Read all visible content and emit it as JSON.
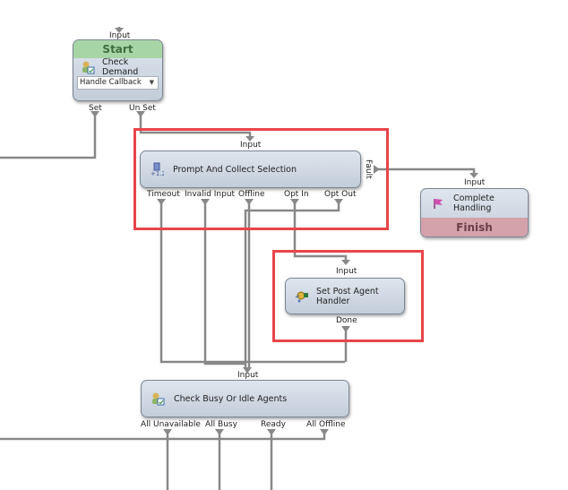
{
  "diagram": {
    "highlight_color": "#e8454a",
    "wire_color": "#888888",
    "nodes": {
      "start": {
        "band_label": "Start",
        "title": "Check Demand",
        "icon": "check-demand-icon",
        "input_label": "Input",
        "dropdown_value": "Handle Callback",
        "outputs": [
          "Set",
          "Un Set"
        ]
      },
      "prompt": {
        "title": "Prompt And Collect Selection",
        "icon": "prompt-collect-icon",
        "input_label": "Input",
        "side_output": "Fault",
        "outputs": [
          "Timeout",
          "Invalid Input",
          "Offline",
          "Opt In",
          "Opt Out"
        ]
      },
      "complete": {
        "title": "Complete Handling",
        "icon": "finish-flag-icon",
        "input_label": "Input",
        "band_label": "Finish"
      },
      "post_agent": {
        "title": "Set Post Agent Handler",
        "icon": "set-handler-icon",
        "input_label": "Input",
        "outputs": [
          "Done"
        ]
      },
      "busy_idle": {
        "title": "Check Busy Or Idle Agents",
        "icon": "check-agents-icon",
        "input_label": "Input",
        "outputs": [
          "All Unavailable",
          "All Busy",
          "Ready",
          "All Offline"
        ]
      }
    }
  }
}
